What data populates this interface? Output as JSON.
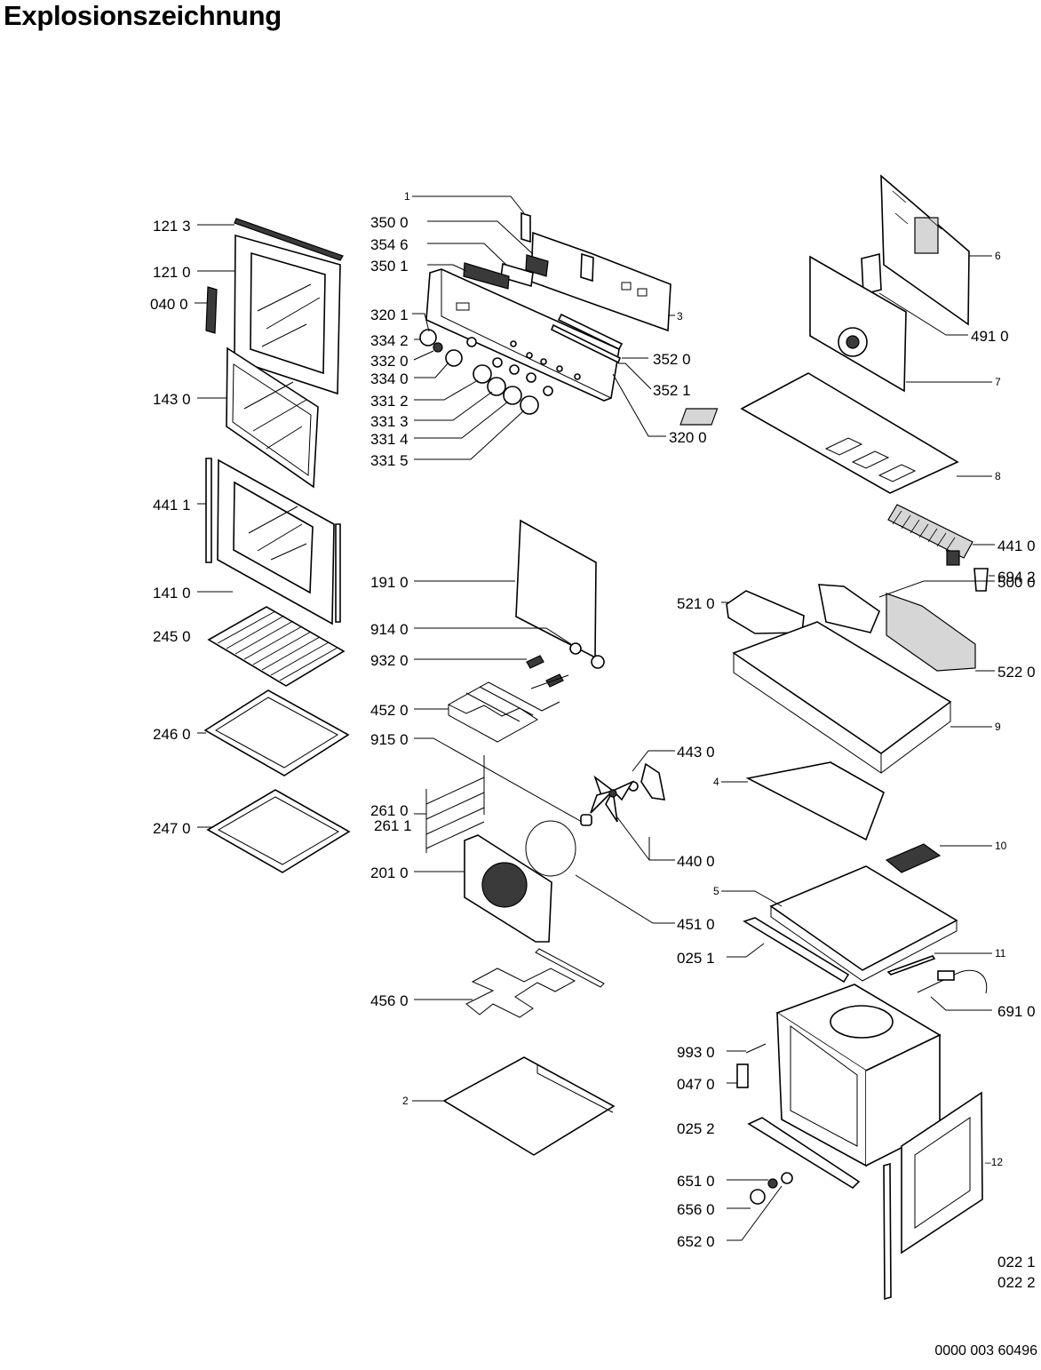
{
  "title": "Explosionszeichnung",
  "document_number": "0000 003 60496",
  "part_labels": {
    "p1": "1",
    "p3500": "350 0",
    "p3546": "354 6",
    "p3501": "350 1",
    "p3201": "320 1",
    "p3342": "334 2",
    "p3320": "332 0",
    "p3340": "334 0",
    "p3312": "331 2",
    "p3313": "331 3",
    "p3314": "331 4",
    "p3315": "331 5",
    "p3": "3",
    "p3520": "352 0",
    "p3521": "352 1",
    "p3200": "320 0",
    "p1213": "121 3",
    "p1210": "121 0",
    "p0400": "040 0",
    "p1430": "143 0",
    "p4411": "441 1",
    "p1410": "141 0",
    "p2450": "245 0",
    "p2460": "246 0",
    "p2470": "247 0",
    "p1910": "191 0",
    "p9140": "914 0",
    "p9320": "932 0",
    "p4520": "452 0",
    "p9150": "915 0",
    "p4430": "443 0",
    "p2610": "261 0",
    "p2611": "261 1",
    "p4400": "440 0",
    "p2010": "201 0",
    "p4510": "451 0",
    "p4560": "456 0",
    "p2": "2",
    "p6": "6",
    "p4910": "491 0",
    "p7": "7",
    "p8": "8",
    "p4410": "441 0",
    "p6942": "694 2",
    "p5210": "521 0",
    "p5000": "500 0",
    "p5220": "522 0",
    "p9": "9",
    "p4": "4",
    "p10": "10",
    "p5": "5",
    "p0251": "025 1",
    "p11": "11",
    "p6910": "691 0",
    "p9930": "993 0",
    "p0470": "047 0",
    "p0252": "025 2",
    "p12": "12",
    "p6510": "651 0",
    "p6560": "656 0",
    "p6520": "652 0",
    "p0221": "022 1",
    "p0222": "022 2"
  }
}
